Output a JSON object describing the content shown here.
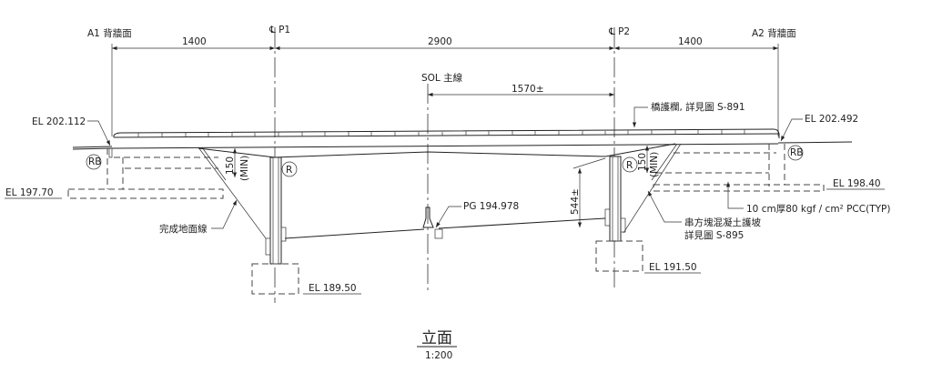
{
  "drawing": {
    "title": "立面",
    "scale": "1:200",
    "lines": {
      "a1": "A1 背牆面",
      "a2": "A2 背牆面",
      "p1": "℄ P1",
      "p2": "℄ P2",
      "sol": "SOL 主線"
    },
    "dimensions": {
      "span_a1_p1": "1400",
      "span_p1_p2": "2900",
      "span_p2_a2": "1400",
      "sol_to_p2": "1570±",
      "clearance_left": "150",
      "clearance_left_note": "(MIN)",
      "clearance_right": "150",
      "clearance_right_note": "(MIN)",
      "column_height": "544±"
    },
    "elevations": {
      "a1_deck": "EL 202.112",
      "a2_deck": "EL 202.492",
      "a1_footing": "EL 197.70",
      "a2_footing": "EL 198.40",
      "p1_footing": "EL 189.50",
      "p2_footing": "EL 191.50",
      "profile_grade": "PG 194.978"
    },
    "notes": {
      "railing": "橋護欄, 詳見圖 S-891",
      "ground": "完成地面線",
      "slope_protection_1": "串方塊混凝土護坡",
      "slope_protection_2": "詳見圖 S-895",
      "pcc": "10 cm厚80 kgf / cm² PCC(TYP)"
    },
    "markers": {
      "rb": "RB",
      "r": "R"
    }
  }
}
